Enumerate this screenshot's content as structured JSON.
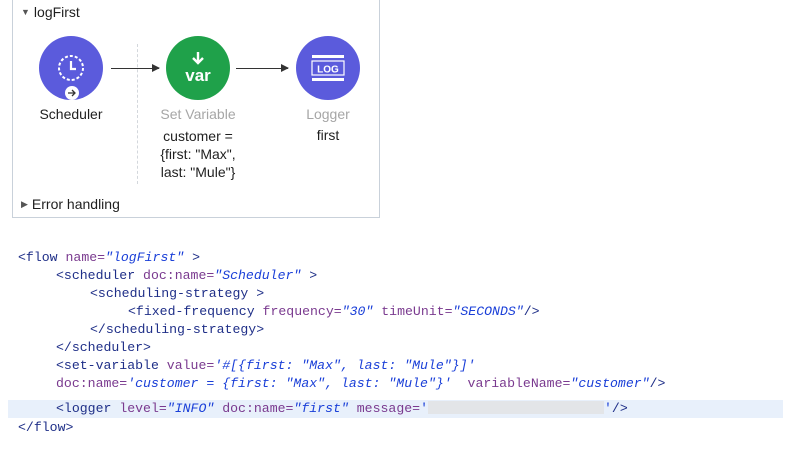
{
  "flow": {
    "name": "logFirst",
    "error_handling_label": "Error handling",
    "nodes": [
      {
        "label": "Scheduler",
        "detail": []
      },
      {
        "label": "Set Variable",
        "detail": [
          "customer =",
          "{first: \"Max\",",
          "last: \"Mule\"}"
        ]
      },
      {
        "label": "Logger",
        "detail": [
          "first"
        ]
      }
    ],
    "icons": {
      "scheduler": "clock-icon",
      "set_variable": "var",
      "logger": "LOG"
    }
  },
  "code": {
    "l1": {
      "open": "<flow",
      "attr": " name=",
      "val": "\"logFirst\"",
      "close": " >"
    },
    "l2": {
      "open": "<scheduler",
      "attr": " doc:name=",
      "val": "\"Scheduler\"",
      "close": " >"
    },
    "l3": {
      "open": "<scheduling-strategy",
      "close": " >"
    },
    "l4": {
      "open": "<fixed-frequency",
      "attr1": " frequency=",
      "val1": "\"30\"",
      "attr2": " timeUnit=",
      "val2": "\"SECONDS\"",
      "close": "/>"
    },
    "l5": {
      "text": "</scheduling-strategy>"
    },
    "l6": {
      "text": "</scheduler>"
    },
    "l7": {
      "open": "<set-variable",
      "attr": " value=",
      "val": "'#[{first: \"Max\", last: \"Mule\"}]'"
    },
    "l8": {
      "attr1": "doc:name=",
      "val1": "'customer = {first: \"Max\", last: \"Mule\"}'",
      "attr2": "  variableName=",
      "val2": "\"customer\"",
      "close": "/>"
    },
    "l9": {
      "open": "<logger",
      "attr1": " level=",
      "val1": "\"INFO\"",
      "attr2": " doc:name=",
      "val2": "\"first\"",
      "attr3": " message=",
      "val3_open": "'",
      "val3_close": "'",
      "close": "/>"
    },
    "l10": {
      "text": "</flow>"
    }
  },
  "colors": {
    "node_blue": "#5b5bdc",
    "node_green": "#1fa14a",
    "highlight": "#e8f0fb"
  }
}
